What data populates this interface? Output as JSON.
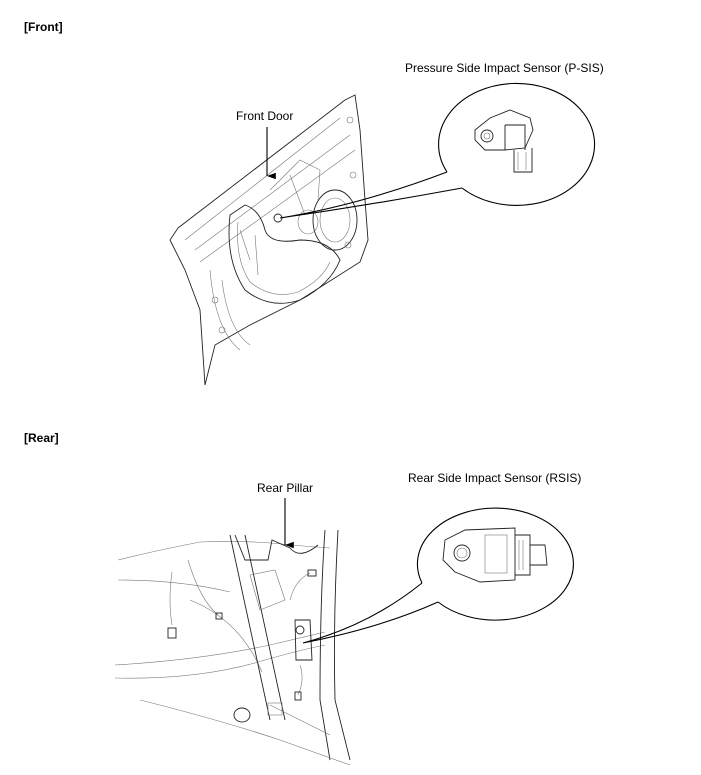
{
  "front": {
    "heading": "[Front]",
    "part_label": "Front Door",
    "sensor_label": "Pressure Side Impact Sensor (P-SIS)"
  },
  "rear": {
    "heading": "[Rear]",
    "part_label": "Rear Pillar",
    "sensor_label": "Rear Side Impact Sensor (RSIS)"
  }
}
